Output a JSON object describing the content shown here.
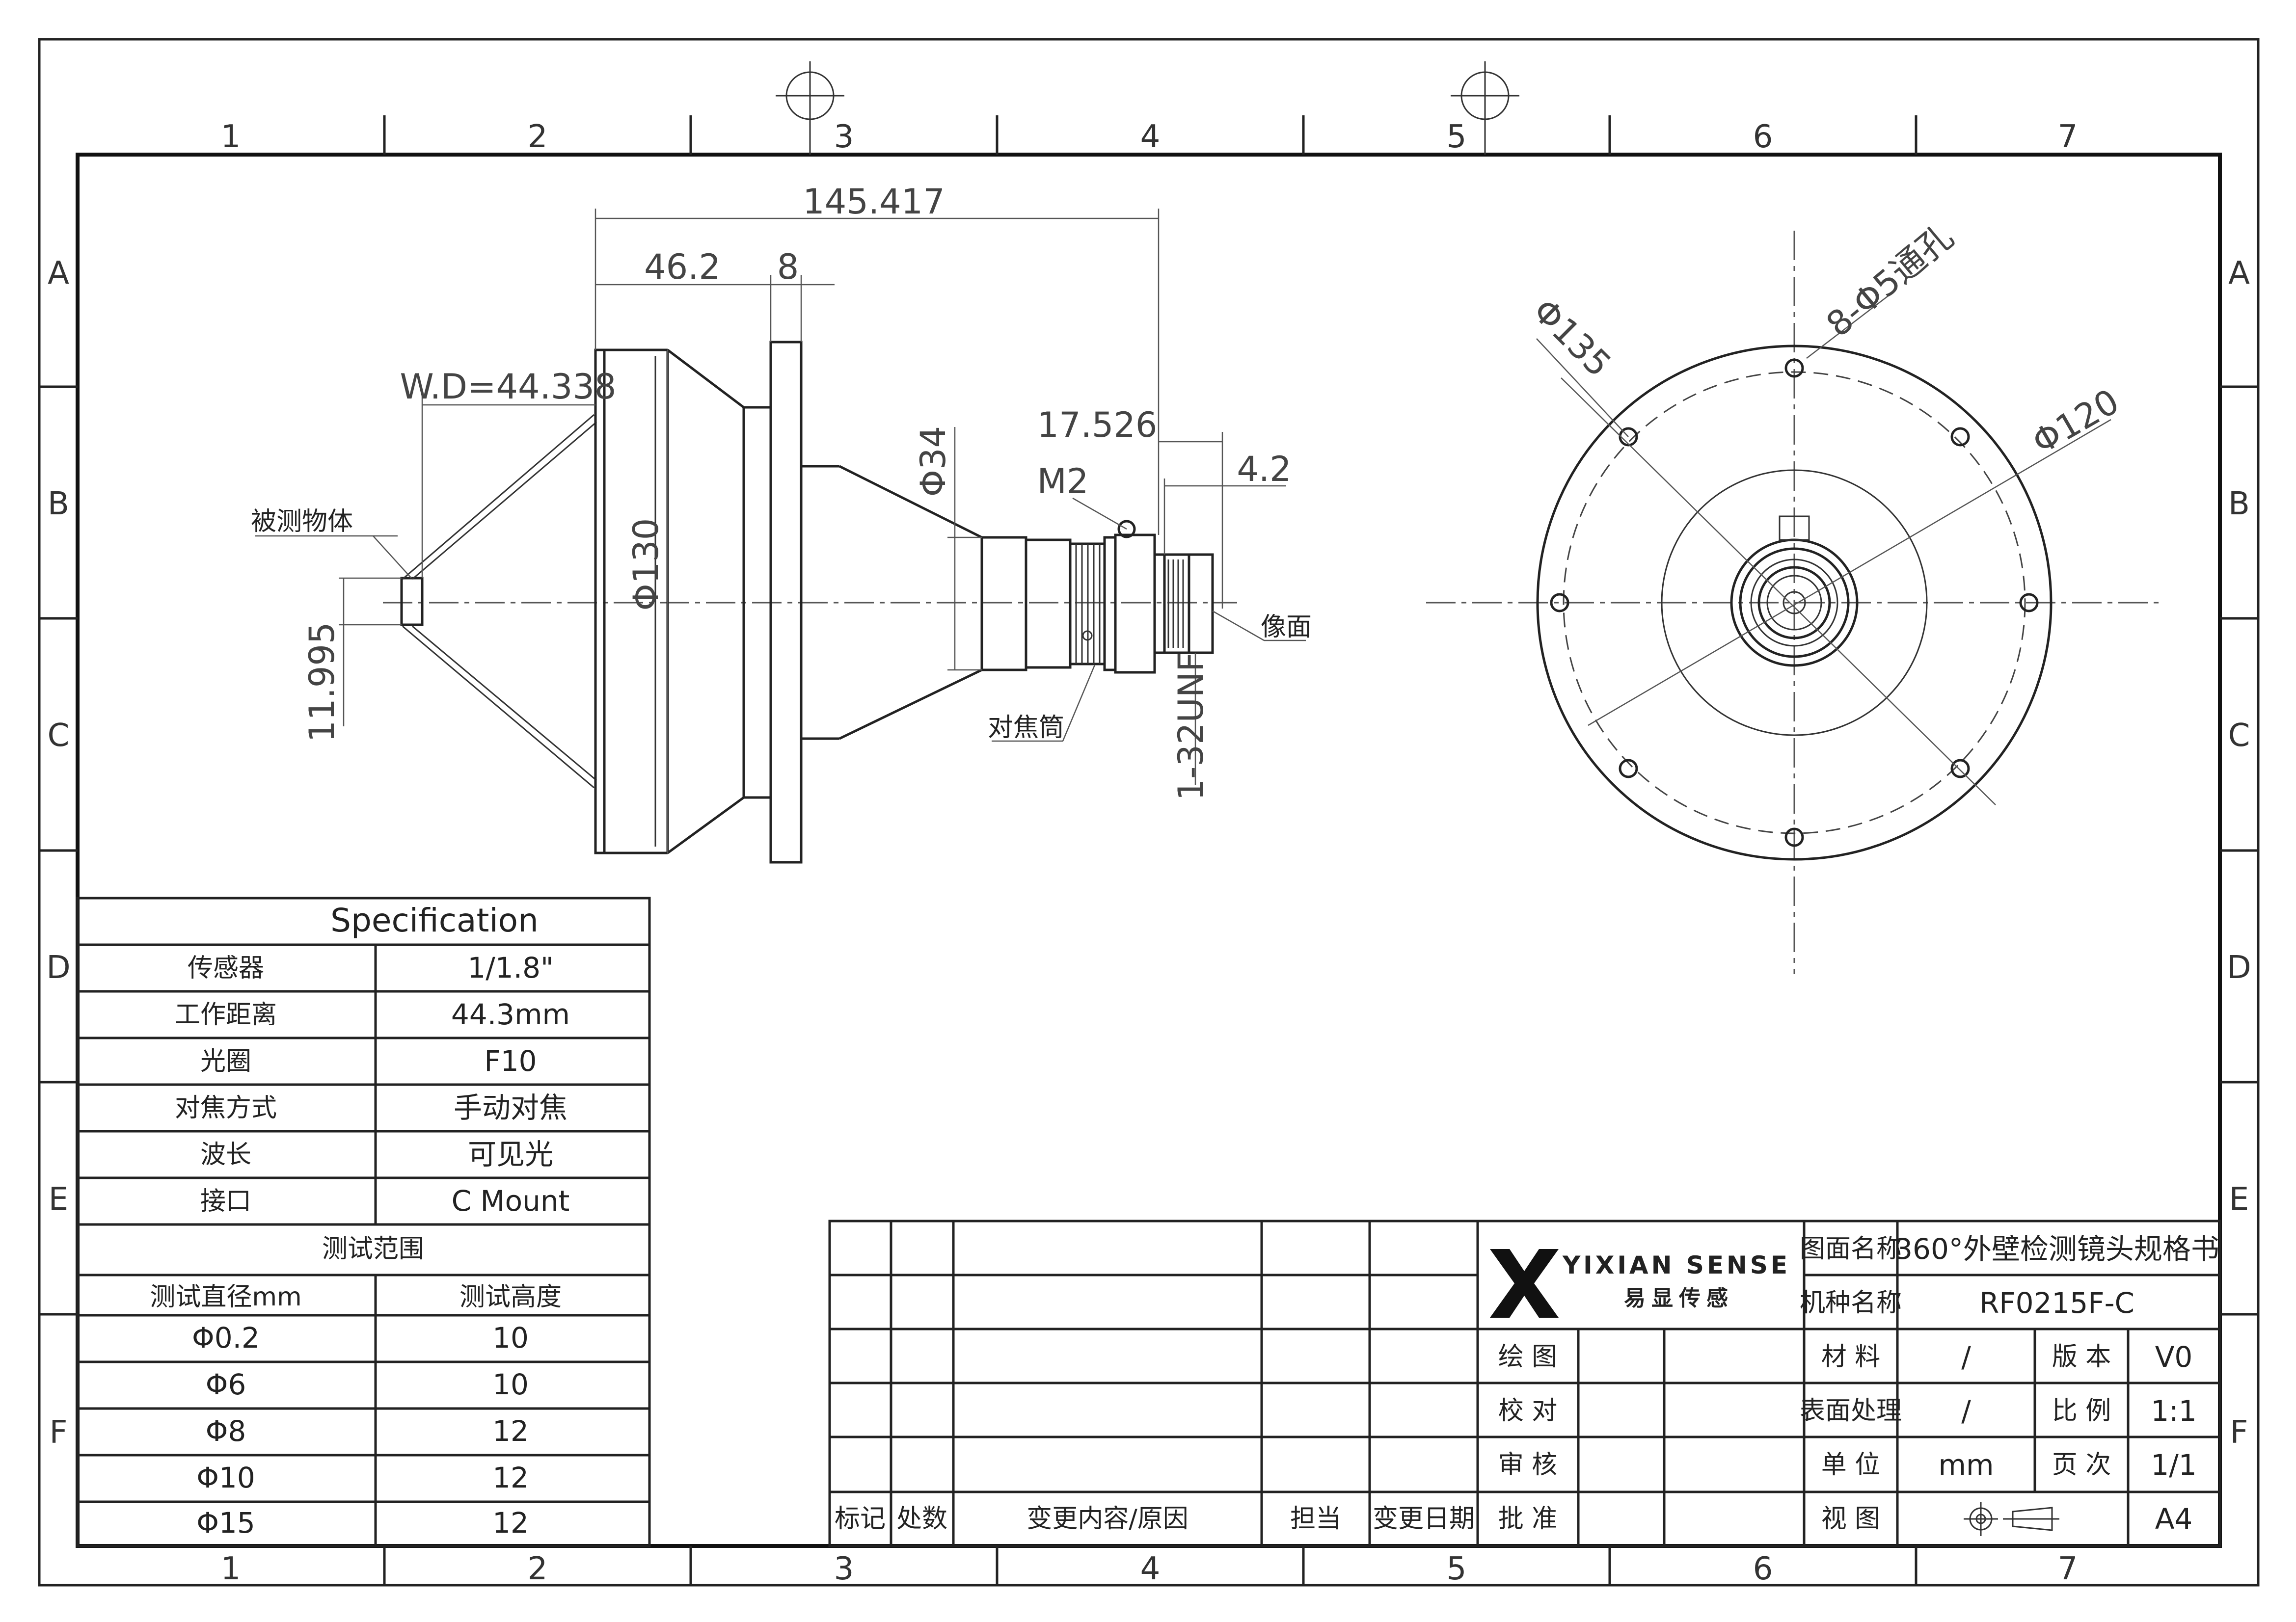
{
  "zones": {
    "columns": [
      "1",
      "2",
      "3",
      "4",
      "5",
      "6",
      "7"
    ],
    "rows": [
      "A",
      "B",
      "C",
      "D",
      "E",
      "F"
    ]
  },
  "dimensions": {
    "overall_length": "145.417",
    "front_length": "46.2",
    "flange_thickness": "8",
    "working_distance": "W.D=44.338",
    "object_height": "11.995",
    "front_diameter": "Φ130",
    "mid_diameter": "Φ34",
    "flange_back": "17.526",
    "mount_length": "4.2",
    "screw": "M2",
    "thread": "1-32UNF",
    "face_diameter": "Φ135",
    "bolt_circle": "Φ120",
    "holes": "8-Φ5通孔"
  },
  "callouts": {
    "object": "被测物体",
    "image_plane": "像面",
    "focus_ring": "对焦筒"
  },
  "spec": {
    "title": "Specification",
    "rows": [
      {
        "label": "传感器",
        "value": "1/1.8\""
      },
      {
        "label": "工作距离",
        "value": "44.3mm"
      },
      {
        "label": "光圈",
        "value": "F10"
      },
      {
        "label": "对焦方式",
        "value": "手动对焦"
      },
      {
        "label": "波长",
        "value": "可见光"
      },
      {
        "label": "接口",
        "value": "C Mount"
      }
    ],
    "range_title": "测试范围",
    "range_headers": [
      "测试直径mm",
      "测试高度"
    ],
    "range_rows": [
      {
        "dia": "Φ0.2",
        "height": "10"
      },
      {
        "dia": "Φ6",
        "height": "10"
      },
      {
        "dia": "Φ8",
        "height": "12"
      },
      {
        "dia": "Φ10",
        "height": "12"
      },
      {
        "dia": "Φ15",
        "height": "12"
      }
    ]
  },
  "title_block": {
    "company_en": "YIXIAN SENSE",
    "company_cn": "易显传感",
    "drawing_name_label": "图面名称",
    "drawing_name": "360°外壁检测镜头规格书",
    "model_label": "机种名称",
    "model": "RF0215F-C",
    "drawn_label": "绘 图",
    "checked_label": "校 对",
    "reviewed_label": "审 核",
    "approved_label": "批 准",
    "material_label": "材 料",
    "material": "/",
    "version_label": "版 本",
    "version": "V0",
    "surface_label": "表面处理",
    "surface": "/",
    "scale_label": "比 例",
    "scale": "1:1",
    "unit_label": "单 位",
    "unit": "mm",
    "page_label": "页 次",
    "page": "1/1",
    "view_label": "视 图",
    "paper": "A4",
    "revision_headers": [
      "标记",
      "处数",
      "变更内容/原因",
      "担当",
      "变更日期"
    ]
  },
  "colors": {
    "line": "#222222",
    "paper": "#ffffff"
  }
}
